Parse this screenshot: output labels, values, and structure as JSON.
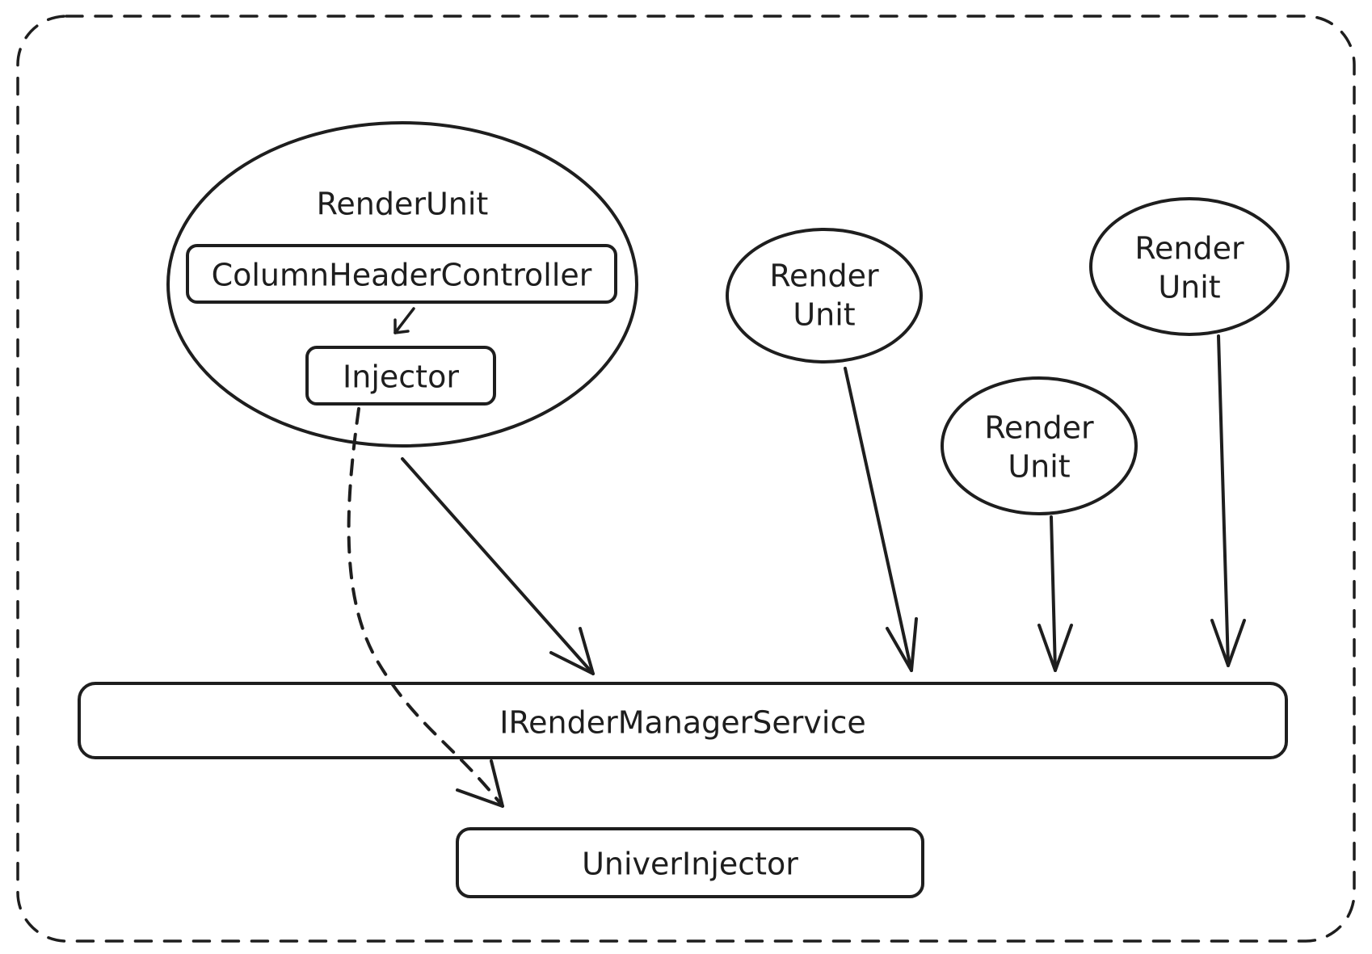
{
  "diagram": {
    "container": {
      "style": "dashed-rounded"
    },
    "render_unit_main": {
      "title": "RenderUnit",
      "controller": "ColumnHeaderController",
      "injector": "Injector"
    },
    "render_unit_1": {
      "line1": "Render",
      "line2": "Unit"
    },
    "render_unit_2": {
      "line1": "Render",
      "line2": "Unit"
    },
    "render_unit_3": {
      "line1": "Render",
      "line2": "Unit"
    },
    "manager_service": "IRenderManagerService",
    "univer_injector": "UniverInjector"
  }
}
